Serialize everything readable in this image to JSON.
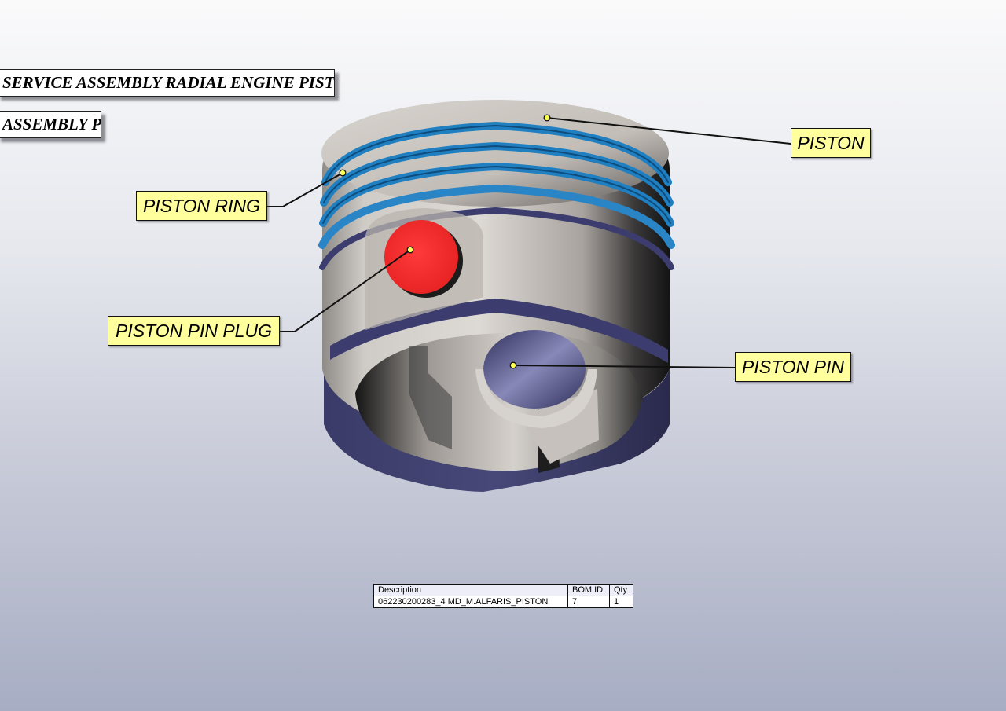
{
  "titles": {
    "line1": "SERVICE ASSEMBLY RADIAL ENGINE PISTON",
    "line2": "ASSEMBLY PISTON"
  },
  "callouts": {
    "piston": "PISTON",
    "piston_ring": "PISTON RING",
    "piston_pin_plug": "PISTON PIN PLUG",
    "piston_pin": "PISTON PIN"
  },
  "bom": {
    "headers": {
      "description": "Description",
      "bom_id": "BOM ID",
      "qty": "Qty"
    },
    "rows": [
      {
        "description": "062230200283_4 MD_M.ALFARIS_PISTON",
        "bom_id": "7",
        "qty": "1"
      }
    ]
  },
  "colors": {
    "callout_fill": "#ffff9e",
    "piston_ring": "#1f7fc0",
    "pin_plug": "#ee2828",
    "piston_body": "#cfcbc6",
    "piston_underside": "#3c3d6e"
  }
}
